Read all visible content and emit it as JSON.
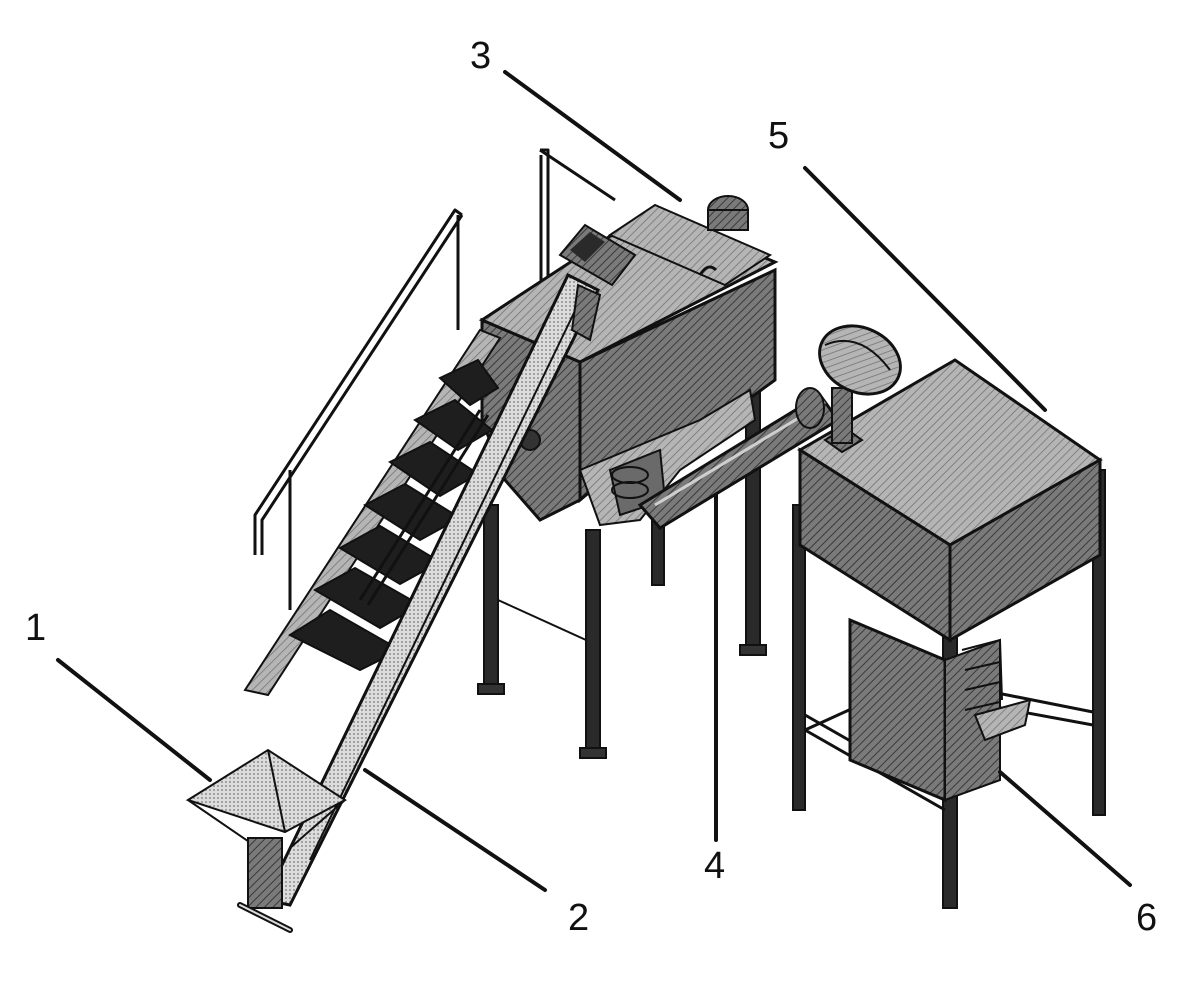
{
  "figure": {
    "callouts": [
      {
        "id": "1",
        "label": "1"
      },
      {
        "id": "2",
        "label": "2"
      },
      {
        "id": "3",
        "label": "3"
      },
      {
        "id": "4",
        "label": "4"
      },
      {
        "id": "5",
        "label": "5"
      },
      {
        "id": "6",
        "label": "6"
      }
    ]
  },
  "colors": {
    "line": "#111111",
    "dark_fill": "#2a2a2a",
    "mid_fill": "#6e6e6e",
    "light_fill": "#c9c9c9",
    "background": "#ffffff"
  }
}
